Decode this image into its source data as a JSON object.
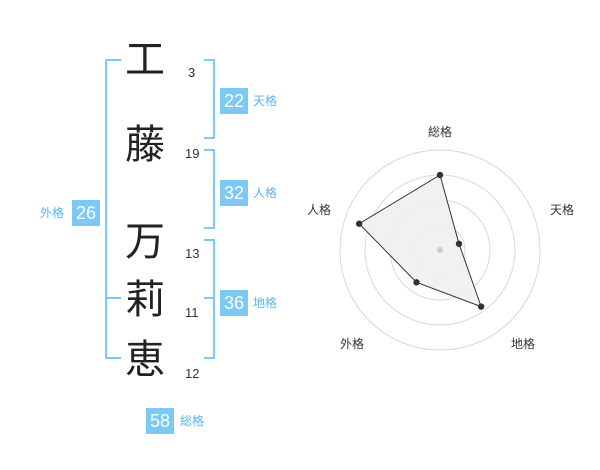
{
  "name": {
    "chars": [
      {
        "char": "工",
        "strokes": "3"
      },
      {
        "char": "藤",
        "strokes": "19"
      },
      {
        "char": "万",
        "strokes": "13"
      },
      {
        "char": "莉",
        "strokes": "11"
      },
      {
        "char": "恵",
        "strokes": "12"
      }
    ]
  },
  "kaku": {
    "ten": {
      "value": "22",
      "label": "天格"
    },
    "jin": {
      "value": "32",
      "label": "人格"
    },
    "chi": {
      "value": "36",
      "label": "地格"
    },
    "gai": {
      "value": "26",
      "label": "外格"
    },
    "sou": {
      "value": "58",
      "label": "総格"
    }
  },
  "colors": {
    "accent": "#7cc9f3",
    "bracket": "#7cc9f3",
    "fill": "#f0f0f0"
  },
  "chart_data": {
    "type": "radar",
    "axes": [
      "総格",
      "天格",
      "地格",
      "外格",
      "人格"
    ],
    "values": [
      0.75,
      0.2,
      0.7,
      0.4,
      0.85
    ],
    "range": [
      0,
      1
    ],
    "rings": 4
  }
}
